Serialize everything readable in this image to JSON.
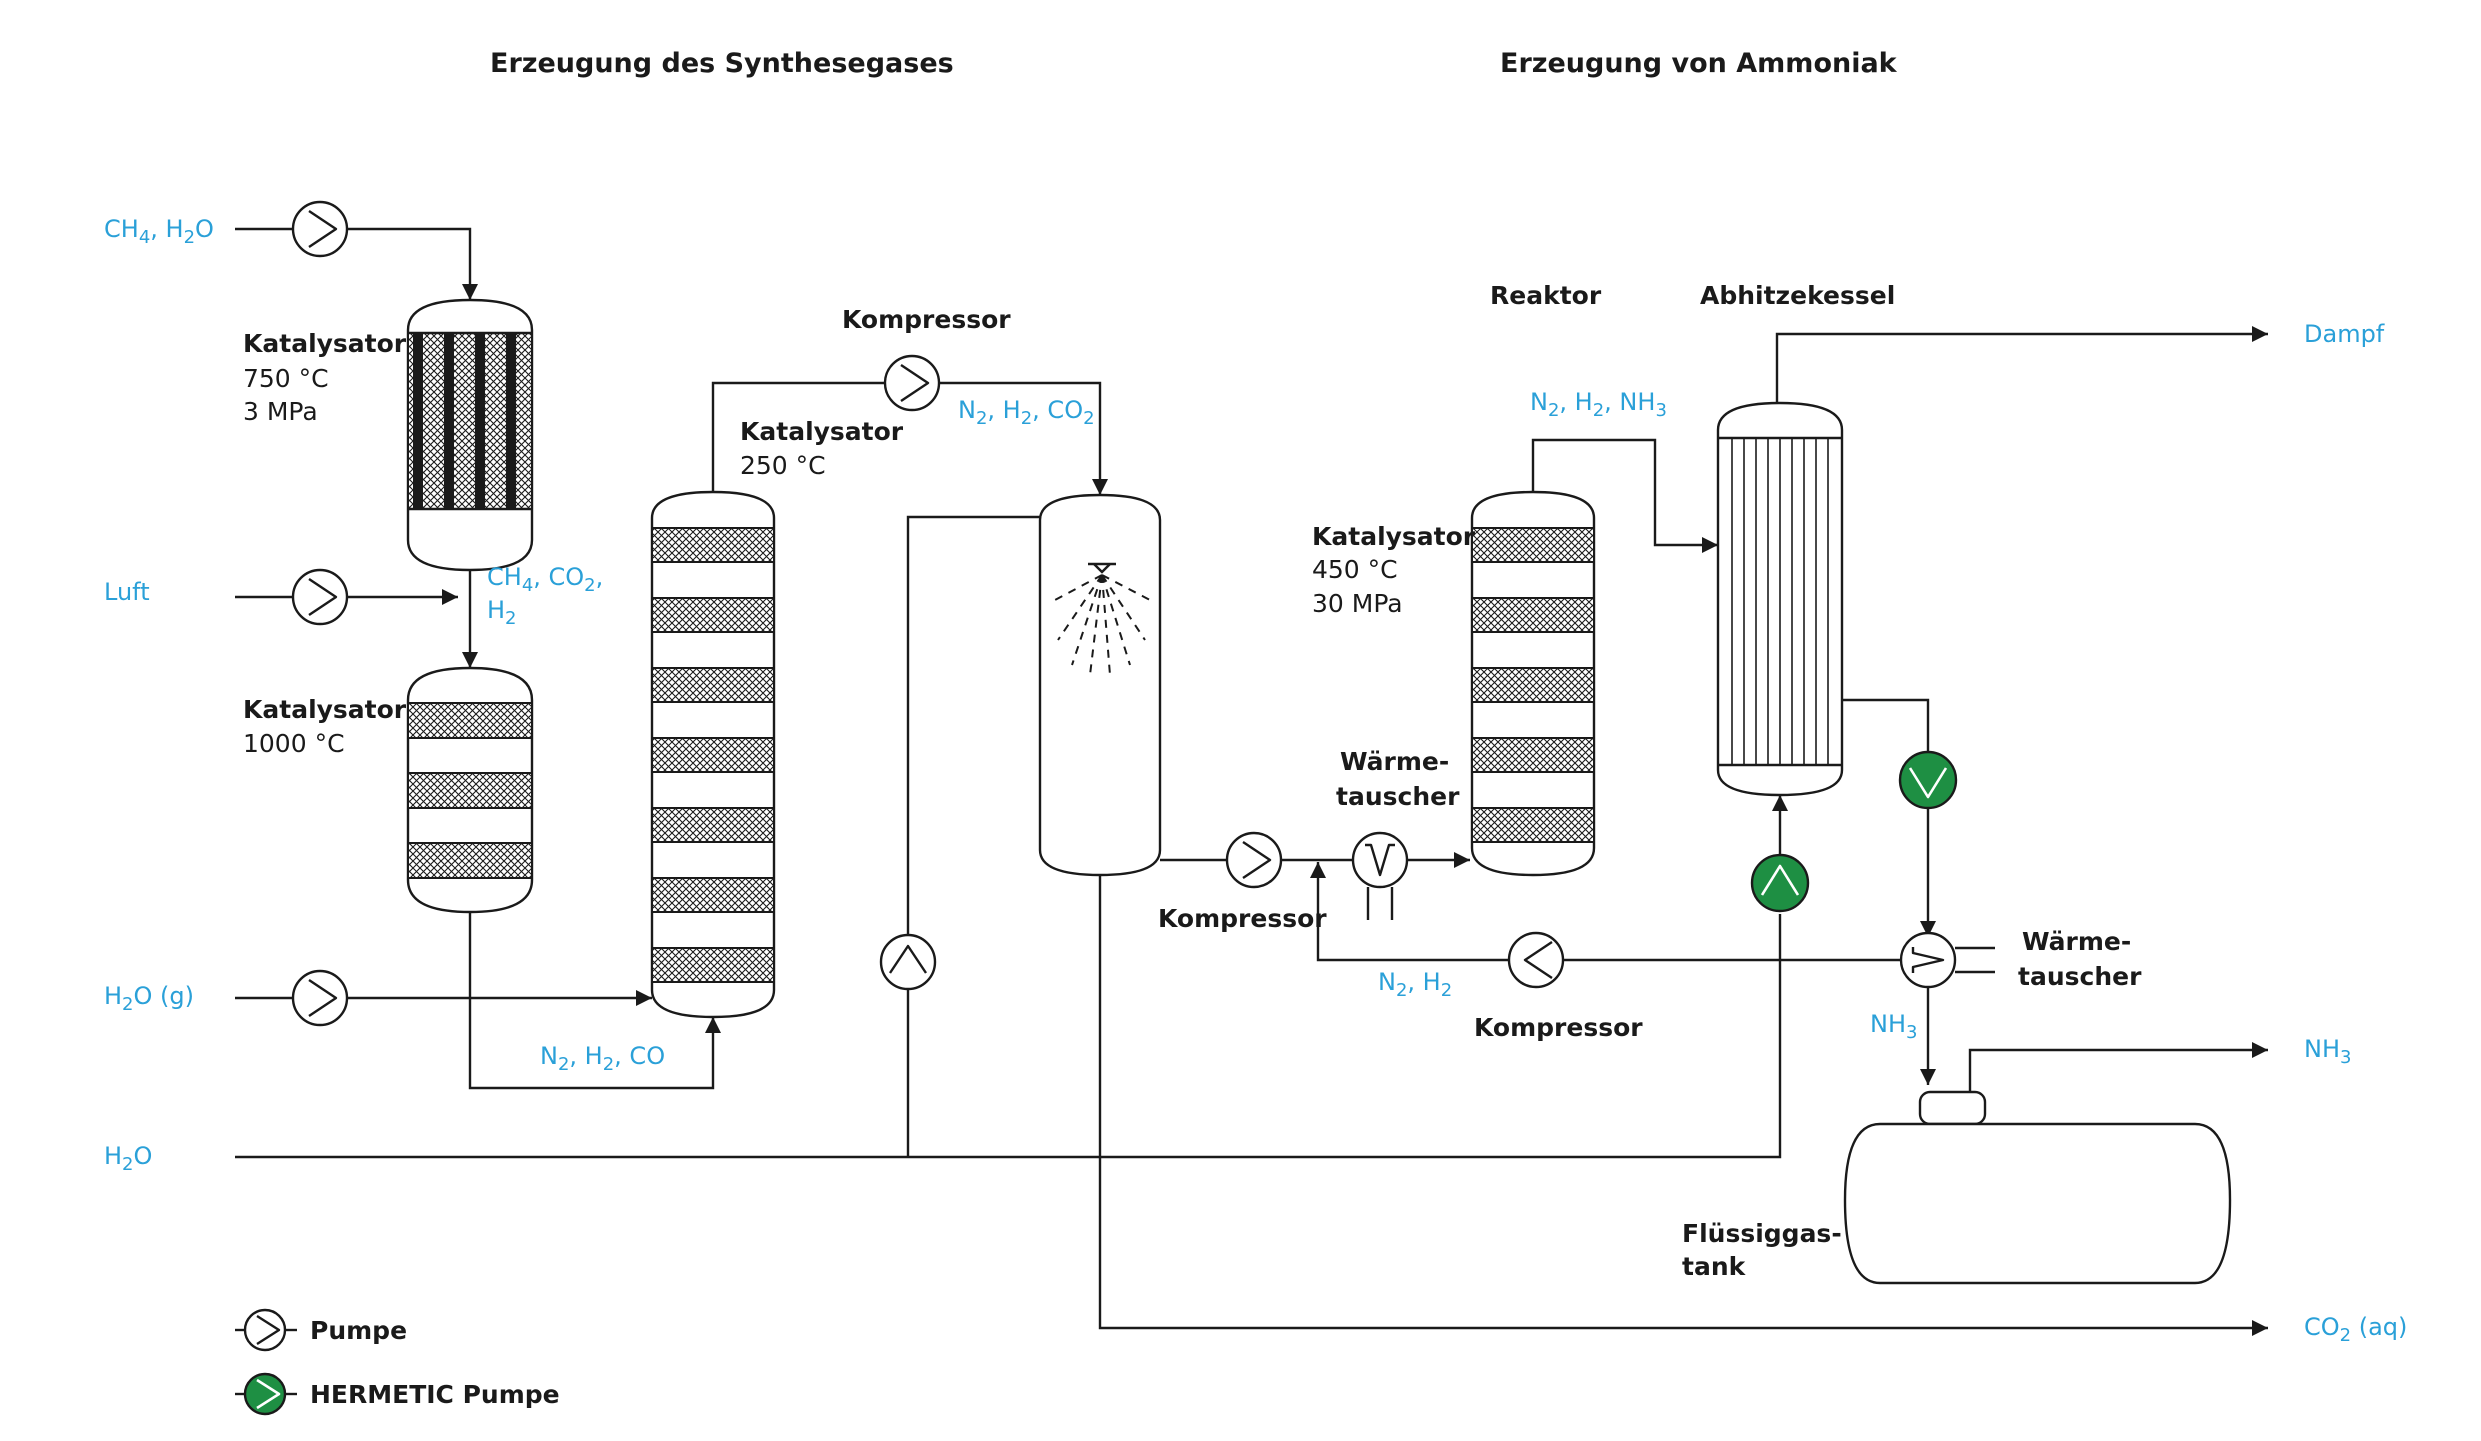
{
  "headings": {
    "left": "Erzeugung des Synthesegases",
    "right": "Erzeugung von Ammoniak"
  },
  "inputs": {
    "ch4_h2o": {
      "main": "CH",
      "s1": "4",
      "mid": ", H",
      "s2": "2",
      "end": "O"
    },
    "luft": "Luft",
    "h2o_g": {
      "main": "H",
      "s1": "2",
      "end": "O (g)"
    },
    "h2o": {
      "main": "H",
      "s1": "2",
      "end": "O"
    }
  },
  "catalysts": {
    "primary": {
      "title": "Katalysator",
      "temp": "750 °C",
      "pressure": "3 MPa"
    },
    "secondary": {
      "title": "Katalysator",
      "temp": "1000 °C"
    },
    "shift": {
      "title": "Katalysator",
      "temp": "250 °C"
    },
    "reactor": {
      "title": "Katalysator",
      "temp": "450 °C",
      "pressure": "30 MPa"
    }
  },
  "streams": {
    "ch4_co2_h2": {
      "l1a": "CH",
      "l1b": "4",
      "l1c": ", CO",
      "l1d": "2",
      "l1e": ",",
      "l2a": "H",
      "l2b": "2"
    },
    "n2_h2_co": {
      "a": "N",
      "b": "2",
      "c": ", H",
      "d": "2",
      "e": ", CO"
    },
    "n2_h2_co2": {
      "a": "N",
      "b": "2",
      "c": ", H",
      "d": "2",
      "e": ", CO",
      "f": "2"
    },
    "n2_h2_nh3": {
      "a": "N",
      "b": "2",
      "c": ", H",
      "d": "2",
      "e": ", NH",
      "f": "3"
    },
    "n2_h2": {
      "a": "N",
      "b": "2",
      "c": ", H",
      "d": "2"
    },
    "nh3_mid": {
      "a": "NH",
      "b": "3"
    }
  },
  "outputs": {
    "dampf": "Dampf",
    "nh3": {
      "a": "NH",
      "b": "3"
    },
    "co2_aq": {
      "a": "CO",
      "b": "2",
      "c": " (aq)"
    }
  },
  "equipment": {
    "kompressor_top": "Kompressor",
    "kompressor_mid": "Kompressor",
    "kompressor_low": "Kompressor",
    "reaktor": "Reaktor",
    "abhitzekessel": "Abhitzekessel",
    "waermetauscher_1": {
      "l1": "Wärme-",
      "l2": "tauscher"
    },
    "waermetauscher_2": {
      "l1": "Wärme-",
      "l2": "tauscher"
    },
    "tank": {
      "l1": "Flüssiggas-",
      "l2": "tank"
    }
  },
  "legend": {
    "pumpe": "Pumpe",
    "hermetic": "HERMETIC Pumpe"
  },
  "colors": {
    "stream_label": "#2aa0d8",
    "hermetic_pump": "#1e8f43",
    "line": "#1a1a1a"
  }
}
